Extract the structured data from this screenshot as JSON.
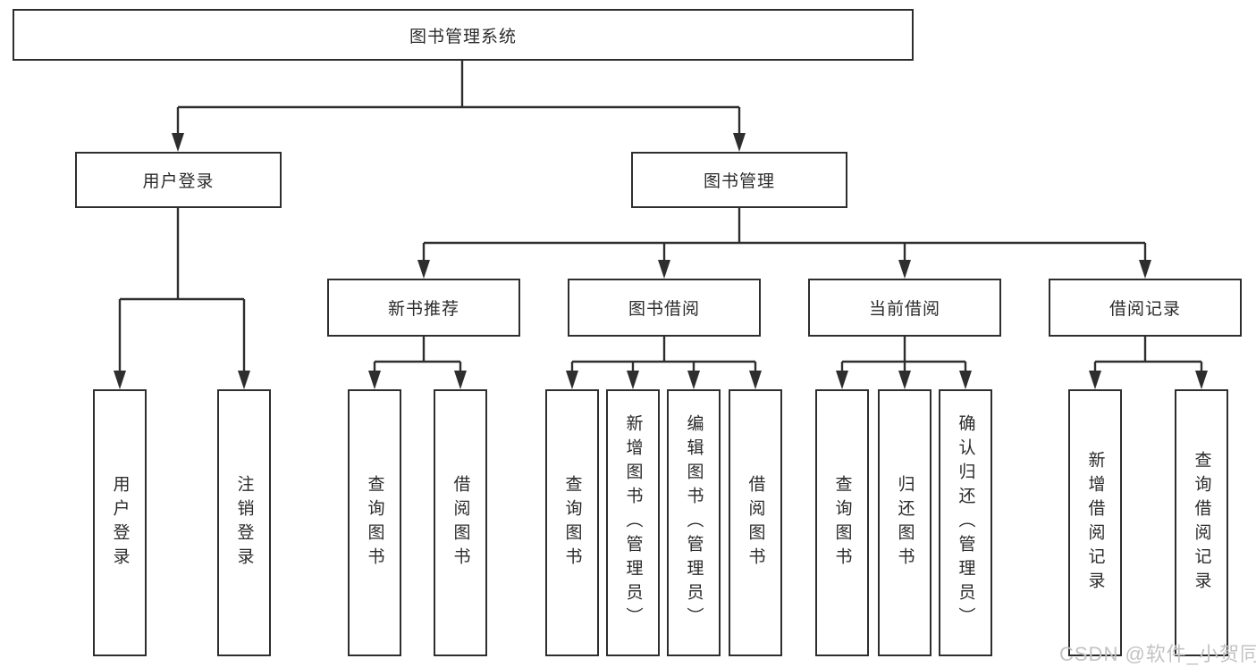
{
  "diagram": {
    "title": "图书管理系统",
    "watermark": "CSDN @软件_小贺同学",
    "colors": {
      "line": "#2e2e2e",
      "box_border": "#2e2e2e",
      "text": "#2b2b2b",
      "watermark": "#c3c3c3",
      "background": "#ffffff"
    },
    "nodes": {
      "root": {
        "label": "图书管理系统"
      },
      "user_login_group": {
        "label": "用户登录"
      },
      "book_mgmt": {
        "label": "图书管理"
      },
      "new_book_rec": {
        "label": "新书推荐"
      },
      "book_borrow": {
        "label": "图书借阅"
      },
      "current_borrow": {
        "label": "当前借阅"
      },
      "borrow_record": {
        "label": "借阅记录"
      },
      "user_login": {
        "label": "用户登录"
      },
      "logout": {
        "label": "注销登录"
      },
      "nb_query": {
        "label": "查询图书"
      },
      "nb_borrow": {
        "label": "借阅图书"
      },
      "bb_query": {
        "label": "查询图书"
      },
      "bb_add": {
        "label": "新增图书（管理员）"
      },
      "bb_edit": {
        "label": "编辑图书（管理员）"
      },
      "bb_borrow": {
        "label": "借阅图书"
      },
      "cb_query": {
        "label": "查询图书"
      },
      "cb_return": {
        "label": "归还图书"
      },
      "cb_confirm": {
        "label": "确认归还（管理员）"
      },
      "br_add": {
        "label": "新增借阅记录"
      },
      "br_query": {
        "label": "查询借阅记录"
      }
    },
    "edges": [
      {
        "parent": "root",
        "children": [
          "user_login_group",
          "book_mgmt"
        ]
      },
      {
        "parent": "user_login_group",
        "children": [
          "user_login",
          "logout"
        ]
      },
      {
        "parent": "book_mgmt",
        "children": [
          "new_book_rec",
          "book_borrow",
          "current_borrow",
          "borrow_record"
        ]
      },
      {
        "parent": "new_book_rec",
        "children": [
          "nb_query",
          "nb_borrow"
        ]
      },
      {
        "parent": "book_borrow",
        "children": [
          "bb_query",
          "bb_add",
          "bb_edit",
          "bb_borrow"
        ]
      },
      {
        "parent": "current_borrow",
        "children": [
          "cb_query",
          "cb_return",
          "cb_confirm"
        ]
      },
      {
        "parent": "borrow_record",
        "children": [
          "br_add",
          "br_query"
        ]
      }
    ]
  }
}
